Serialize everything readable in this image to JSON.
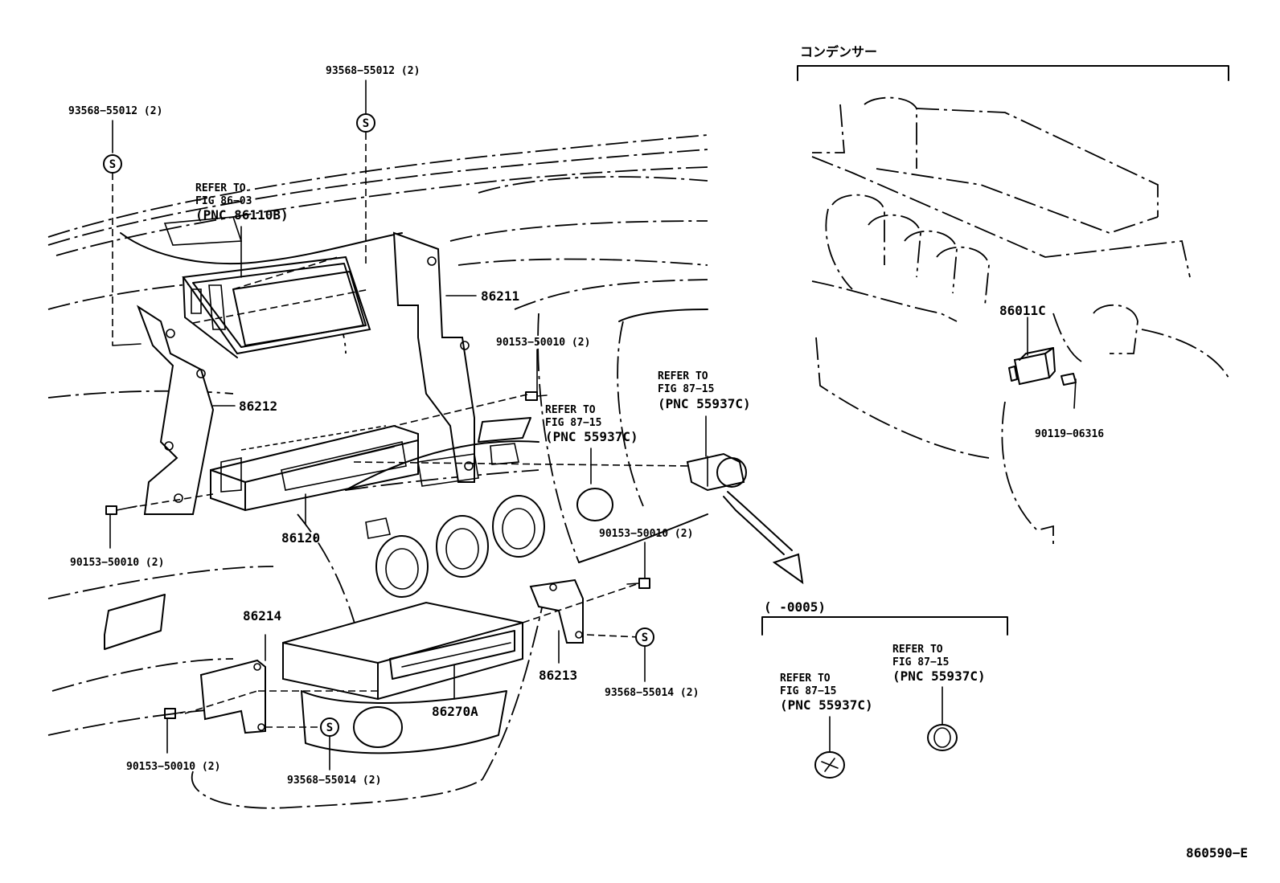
{
  "labels": {
    "condenser": "コンデンサー",
    "bolt_top_left": "93568−55012 (2)",
    "bolt_top_center": "93568−55012 (2)",
    "refer_display_1": "REFER TO",
    "refer_display_2": "FIG 86−03",
    "refer_display_3": "(PNC 86110B)",
    "bracket_right": "86211",
    "screw_mid": "90153−50010 (2)",
    "bracket_left": "86212",
    "refer_knob_1_1": "REFER TO",
    "refer_knob_1_2": "FIG 87−15",
    "refer_knob_1_3": "(PNC 55937C)",
    "refer_knob_2_1": "REFER TO",
    "refer_knob_2_2": "FIG 87−15",
    "refer_knob_2_3": "(PNC 55937C)",
    "radio_unit": "86120",
    "screw_left": "90153−50010 (2)",
    "screw_right": "90153−50010 (2)",
    "bracket_lower_left": "86214",
    "bracket_lower_right": "86213",
    "changer": "86270A",
    "bolt_lower_right": "93568−55014 (2)",
    "screw_lower_left": "90153−50010 (2)",
    "bolt_lower_center": "93568−55014 (2)",
    "condenser_part": "86011C",
    "condenser_screw": "90119−06316",
    "variant_header": "(          -0005)",
    "refer_var_1_1": "REFER TO",
    "refer_var_1_2": "FIG 87−15",
    "refer_var_1_3": "(PNC 55937C)",
    "refer_var_2_1": "REFER TO",
    "refer_var_2_2": "FIG 87−15",
    "refer_var_2_3": "(PNC 55937C)",
    "figure_id": "860590−E",
    "symbol_s": "S"
  }
}
